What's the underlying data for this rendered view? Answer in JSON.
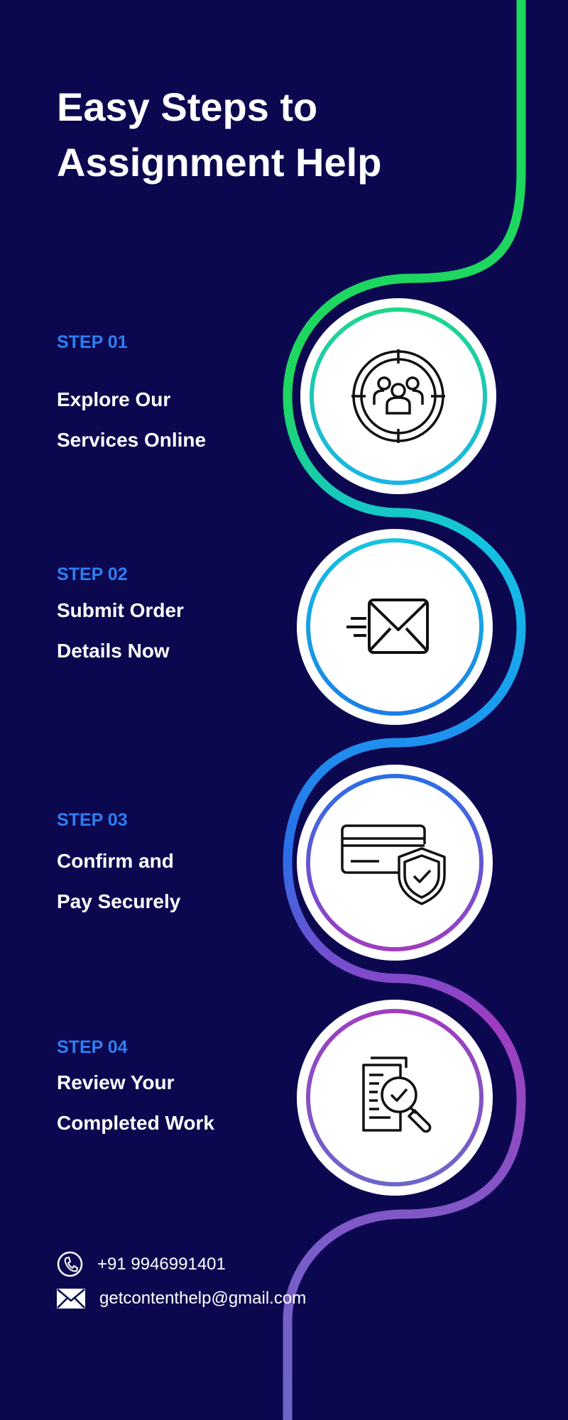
{
  "title": "Easy Steps to Assignment Help",
  "colors": {
    "background": "#0c0850",
    "step_label": "#2f7ef2",
    "path_top": "#1ed760",
    "path_mid": "#14b4ea",
    "path_blue": "#1e88f0",
    "path_purple": "#a03cc0",
    "path_bottom": "#6c66c8"
  },
  "steps": [
    {
      "label": "STEP 01",
      "line1": "Explore Our",
      "line2": "Services Online",
      "icon": "target-group-icon"
    },
    {
      "label": "STEP 02",
      "line1": "Submit Order",
      "line2": "Details Now",
      "icon": "send-mail-icon"
    },
    {
      "label": "STEP 03",
      "line1": "Confirm and",
      "line2": "Pay Securely",
      "icon": "secure-card-icon"
    },
    {
      "label": "STEP 04",
      "line1": "Review Your",
      "line2": "Completed Work",
      "icon": "document-review-icon"
    }
  ],
  "contact": {
    "phone": "+91 9946991401",
    "email": "getcontenthelp@gmail.com"
  }
}
